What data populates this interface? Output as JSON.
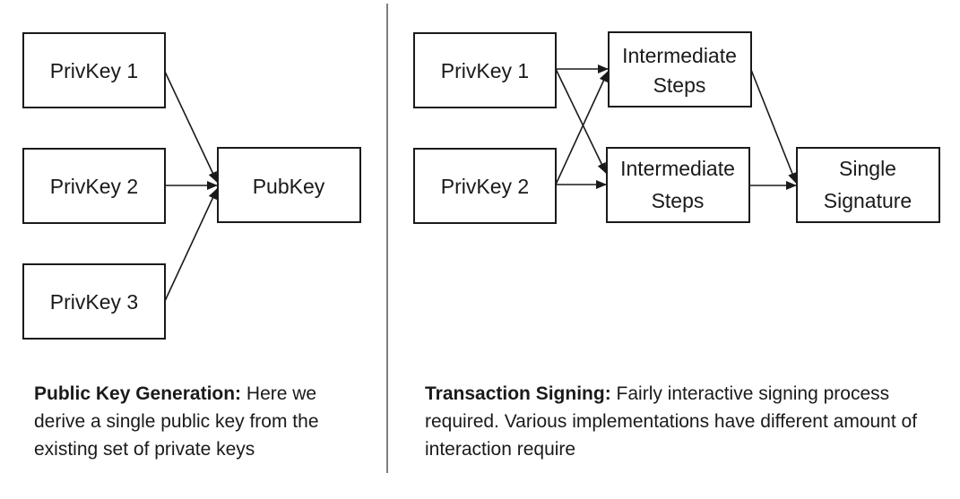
{
  "left_panel": {
    "boxes": {
      "privkey1": "PrivKey 1",
      "privkey2": "PrivKey 2",
      "privkey3": "PrivKey 3",
      "pubkey": "PubKey"
    },
    "caption": {
      "bold": "Public Key Generation:",
      "text": " Here we derive a single public key from the existing set of private keys"
    }
  },
  "right_panel": {
    "boxes": {
      "privkey1": "PrivKey 1",
      "privkey2": "PrivKey 2",
      "intermediate1": [
        "Intermediate",
        "Steps"
      ],
      "intermediate2": [
        "Intermediate",
        "Steps"
      ],
      "signature": [
        "Single",
        "Signature"
      ]
    },
    "caption": {
      "bold": "Transaction Signing:",
      "text": " Fairly interactive signing process required. Various implementations have different amount of interaction require"
    }
  },
  "colors": {
    "stroke": "#1a1a1a",
    "background": "#ffffff",
    "divider": "#555555"
  }
}
